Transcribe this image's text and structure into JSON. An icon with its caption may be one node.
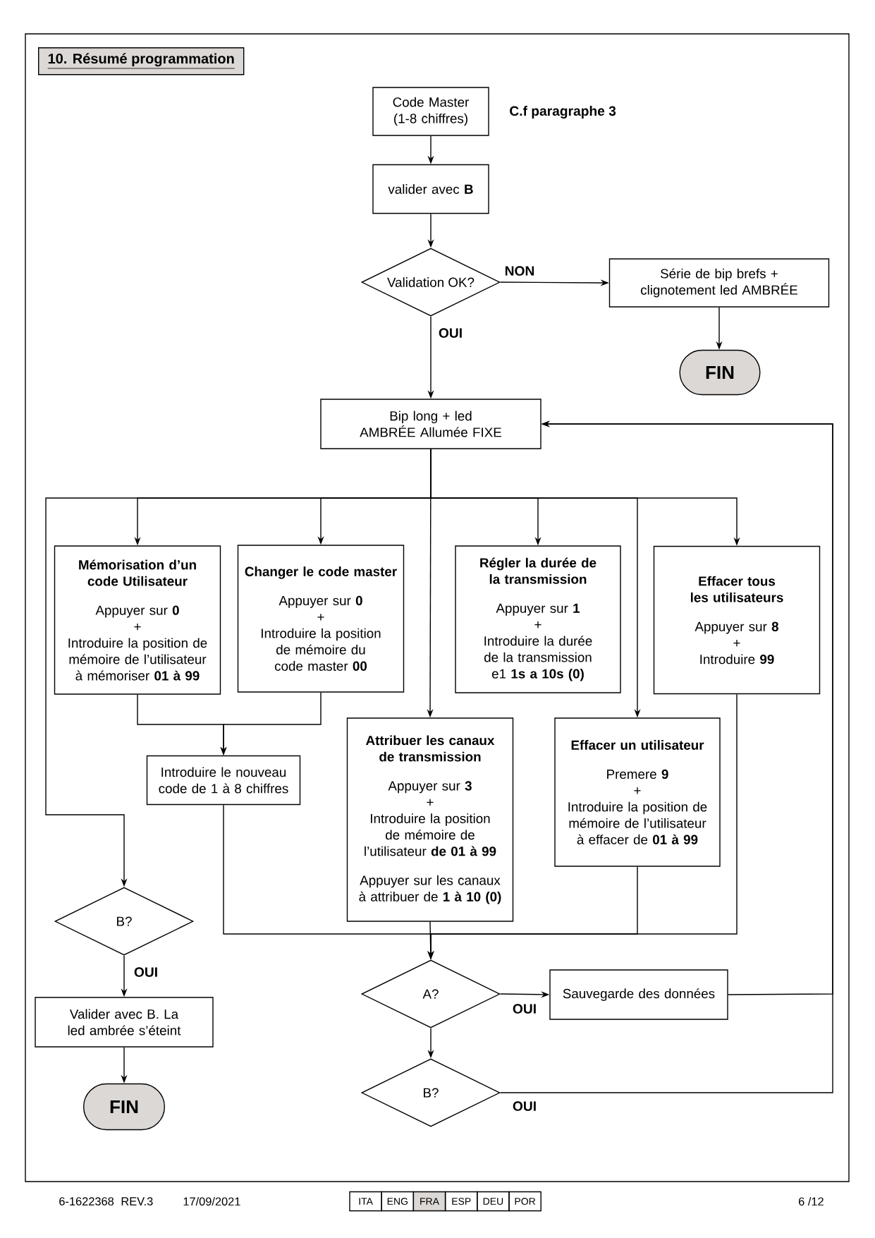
{
  "diagram": {
    "title": "10. Résumé programmation",
    "nodes": [
      {
        "text": [
          "Code Master (1-8 chiffres)"
        ],
        "beside": [
          "C.f paragraphe 3"
        ]
      },
      {
        "text": [
          "valider avec **B**"
        ]
      },
      {
        "text": [
          "Validation OK?"
        ]
      },
      {
        "text": [
          "Série de bip brefs + clignotement led AMBRÉE"
        ]
      },
      {
        "text": [
          "FIN"
        ]
      },
      {
        "text": [
          "Bip long + led AMBRÉE Allumée FIXE"
        ]
      },
      {
        "text": [
          "Mémorisation d’un code Utilisateur",
          "Appuyer sur **0**",
          "+",
          "Introduire la position de mémoire de l’utilisateur à mémoriser **01 à 99**"
        ]
      },
      {
        "text": [
          "Changer le code master",
          "Appuyer sur **0**",
          "+",
          "Introduire la position de mémoire du code master **00**"
        ]
      },
      {
        "text": [
          "Régler la durée de la transmission",
          "Appuyer sur **1**",
          "+",
          "Introduire la durée de la transmission e1 **1s a 10s (0)**"
        ]
      },
      {
        "text": [
          "Effacer tous les utilisateurs",
          "Appuyer sur **8**",
          "+",
          "Introduire **99**"
        ]
      },
      {
        "text": [
          "Attribuer les canaux de transmission",
          "Appuyer sur **3**",
          "+",
          "Introduire la position de mémoire de l’utilisateur **de 01 à 99**",
          "Appuyer sur les canaux à attribuer de **1 à 10 (0)**"
        ]
      },
      {
        "text": [
          "Effacer un utilisateur",
          "Premere **9**",
          "+",
          "Introduire la position de mémoire de l’utilisateur à effacer de **01 à 99**"
        ]
      },
      {
        "text": [
          "Introduire le nouveau code de 1 à 8 chiffres"
        ]
      },
      {
        "text": [
          "B?"
        ]
      },
      {
        "text": [
          "Valider avec B. La led ambrée s’éteint"
        ]
      },
      {
        "text": [
          "FIN"
        ]
      },
      {
        "text": [
          "A?"
        ]
      },
      {
        "text": [
          "Sauvegarde des données"
        ]
      },
      {
        "text": [
          "B?"
        ]
      }
    ],
    "edges": [
      {
        "from": 0,
        "to": 1,
        "arrow": "to"
      },
      {
        "from": 1,
        "to": 2,
        "arrow": "to"
      },
      {
        "from": 2,
        "to": 3,
        "arrow": "to",
        "label": "NON"
      },
      {
        "from": 3,
        "to": 4,
        "arrow": "to"
      },
      {
        "from": 2,
        "to": 5,
        "arrow": "to",
        "label": "OUI"
      },
      {
        "from": 5,
        "to": 6,
        "arrow": "to"
      },
      {
        "from": 5,
        "to": 7,
        "arrow": "to"
      },
      {
        "from": 5,
        "to": 10,
        "arrow": "to"
      },
      {
        "from": 5,
        "to": 8,
        "arrow": "to"
      },
      {
        "from": 5,
        "to": 11,
        "arrow": "to"
      },
      {
        "from": 5,
        "to": 9,
        "arrow": "to"
      },
      {
        "from": 5,
        "to": 13,
        "arrow": "to"
      },
      {
        "from": 6,
        "to": 12,
        "arrow": "to"
      },
      {
        "from": 7,
        "to": 12,
        "arrow": "to"
      },
      {
        "from": 12,
        "to": 16,
        "arrow": "to"
      },
      {
        "from": 10,
        "to": 16,
        "arrow": "to"
      },
      {
        "from": 11,
        "to": 16,
        "arrow": "to"
      },
      {
        "from": 9,
        "to": 16,
        "arrow": "to"
      },
      {
        "from": 13,
        "to": 14,
        "arrow": "to",
        "label": "OUI"
      },
      {
        "from": 14,
        "to": 15,
        "arrow": "to"
      },
      {
        "from": 16,
        "to": 17,
        "arrow": "to",
        "label": "OUI"
      },
      {
        "from": 17,
        "to": 5,
        "arrow": "to"
      },
      {
        "from": 16,
        "to": 18,
        "arrow": "to"
      },
      {
        "from": 18,
        "to": 5,
        "arrow": "to",
        "label": "OUI"
      }
    ],
    "labels": [
      "6-1622368",
      "REV.3",
      "17/09/2021",
      "ITA",
      "ENG",
      "FRA",
      "ESP",
      "DEU",
      "POR",
      "6 /12"
    ]
  }
}
